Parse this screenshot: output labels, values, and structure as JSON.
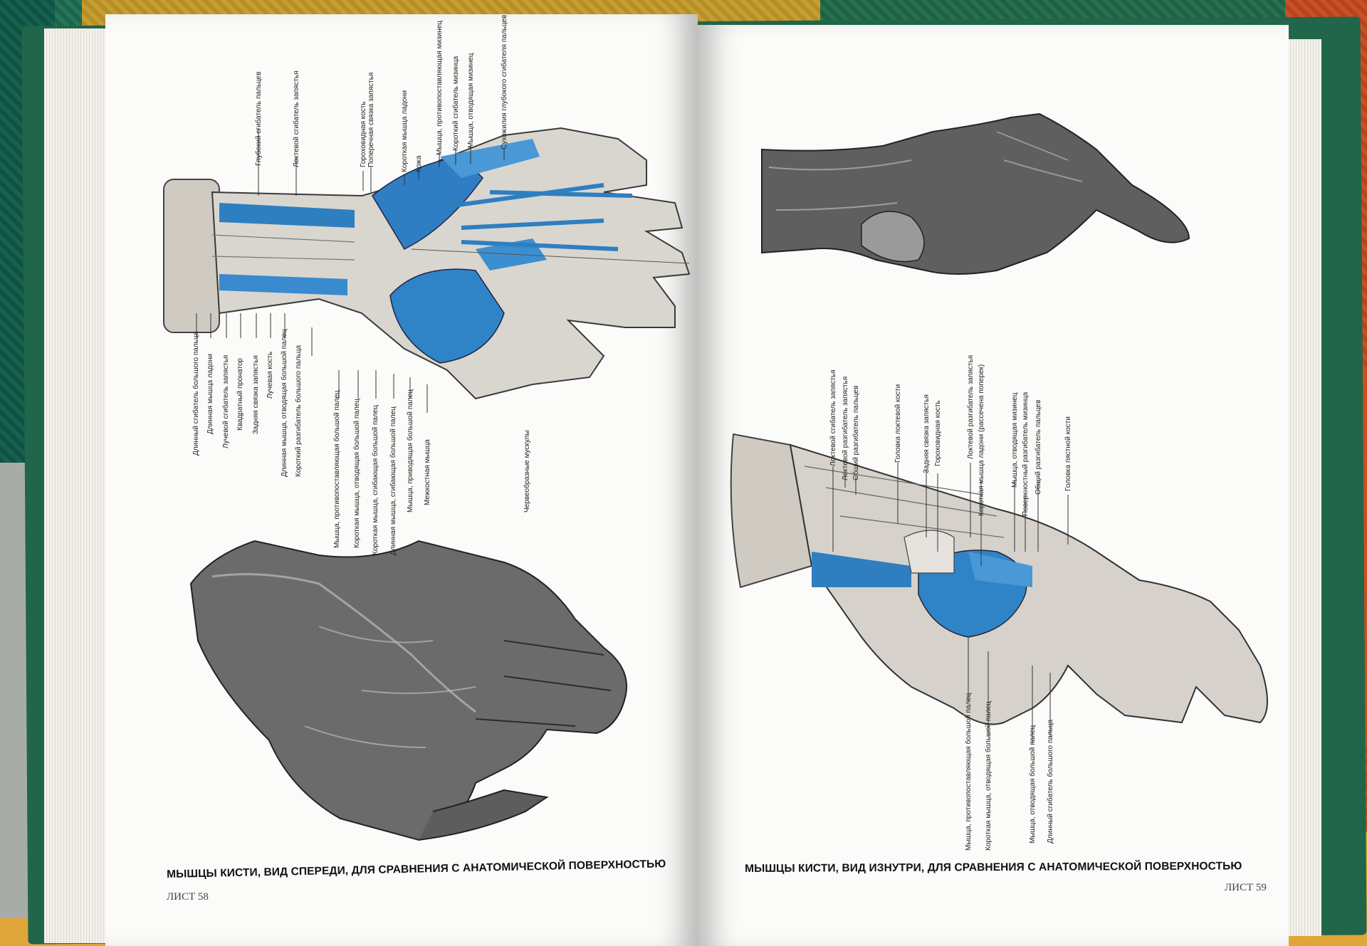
{
  "left_page": {
    "caption": "МЫШЦЫ КИСТИ, ВИД СПЕРЕДИ, ДЛЯ СРАВНЕНИЯ С АНАТОМИЧЕСКОЙ ПОВЕРХНОСТЬЮ",
    "sheet": "ЛИСТ 58",
    "labels_top": [
      "Глубокий сгибатель пальцев",
      "Локтевой сгибатель запястья",
      "Гороховидная кость",
      "Поперечная связка запястья",
      "Короткая мышца ладони",
      "Кожа",
      "Мышца, противопоставляющая мизинец",
      "Короткий сгибатель мизинца",
      "Мышца, отводящая мизинец",
      "Сухожилия глубокого сгибателя пальцев"
    ],
    "labels_bottom": [
      "Длинный сгибатель большого пальца",
      "Длинная мышца ладони",
      "Лучевой сгибатель запястья",
      "Квадратный пронатор",
      "Задняя связка запястья",
      "Лучевая кость",
      "Длинная мышца, отводящая большой палец",
      "Короткий разгибатель большого пальца",
      "Мышца, противопоставляющая большой палец",
      "Короткая мышца, отводящая большой палец",
      "Короткая мышца, сгибающая большой палец",
      "Длинная мышца, сгибающая большой палец",
      "Мышца, приводящая большой палец",
      "Межкостная мышца",
      "Червеобразные мускулы"
    ]
  },
  "right_page": {
    "caption": "МЫШЦЫ КИСТИ, ВИД ИЗНУТРИ, ДЛЯ СРАВНЕНИЯ С АНАТОМИЧЕСКОЙ ПОВЕРХНОСТЬЮ",
    "sheet": "ЛИСТ 59",
    "labels_top": [
      "Локтевой сгибатель запястья",
      "Локтевой разгибатель запястья",
      "Общий разгибатель пальцев",
      "Головка локтевой кости",
      "Задняя связка запястья",
      "Гороховидная кость",
      "Локтевой разгибатель запястья",
      "Короткая мышца ладони (рассечена поперек)",
      "Мышца, отводящая мизинец",
      "Поверхностный разгибатель мизинца",
      "Общий разгибатель пальцев",
      "Головка пястной кости"
    ],
    "labels_bottom": [
      "Мышца, противопоставляющая большой палец",
      "Короткая мышца, отводящая большой палец",
      "Мышца, отводящая большой палец",
      "Длинный сгибатель большого пальца"
    ]
  }
}
